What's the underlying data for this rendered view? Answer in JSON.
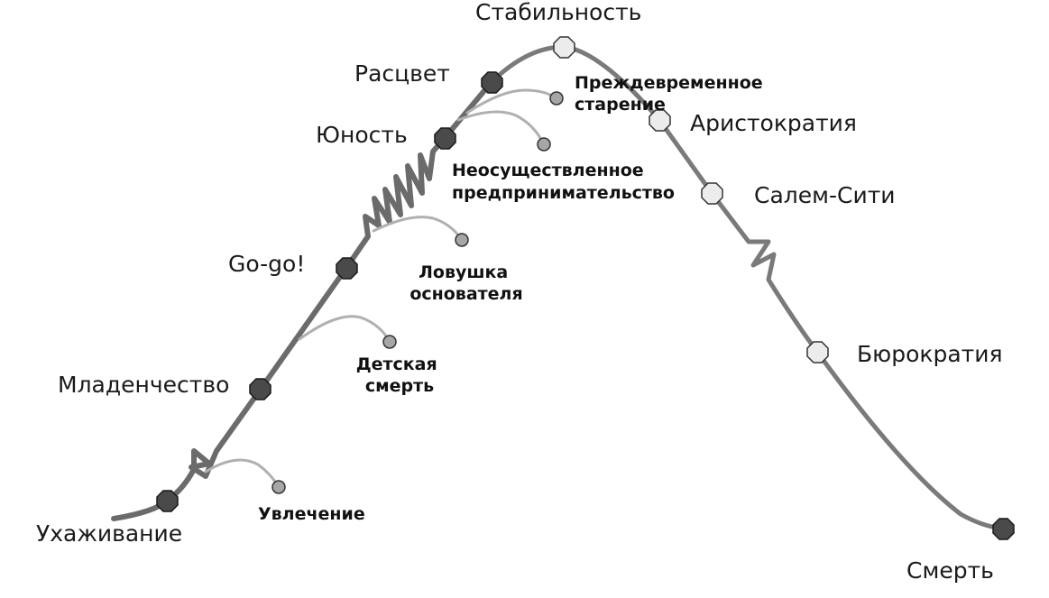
{
  "stages_growth": [
    {
      "id": "courtship",
      "label": "Ухаживание"
    },
    {
      "id": "infancy",
      "label": "Младенчество"
    },
    {
      "id": "gogo",
      "label": "Go-go!"
    },
    {
      "id": "adolescence",
      "label": "Юность"
    },
    {
      "id": "prime",
      "label": "Расцвет"
    }
  ],
  "stage_top": {
    "id": "stability",
    "label": "Стабильность"
  },
  "stages_decline": [
    {
      "id": "aristocracy",
      "label": "Аристократия"
    },
    {
      "id": "salem-city",
      "label": "Салем-Сити"
    },
    {
      "id": "bureaucracy",
      "label": "Бюрократия"
    },
    {
      "id": "death",
      "label": "Смерть"
    }
  ],
  "traps": [
    {
      "id": "affair",
      "lines": [
        "Увлечение"
      ]
    },
    {
      "id": "infant-mortality",
      "lines": [
        "Детская",
        "смерть"
      ]
    },
    {
      "id": "founder-trap",
      "lines": [
        "Ловушка",
        "основателя"
      ]
    },
    {
      "id": "unfulfilled-entrepreneurship",
      "lines": [
        "Неосуществленное",
        "предпринимательство"
      ]
    },
    {
      "id": "premature-aging",
      "lines": [
        "Преждевременное",
        "старение"
      ]
    }
  ],
  "colors": {
    "growth_node": "#4a4a4a",
    "decline_node": "#ececec",
    "trap_node": "#a6a6a6",
    "curve": "#6b6b6b",
    "branch": "#b0b0b0"
  }
}
